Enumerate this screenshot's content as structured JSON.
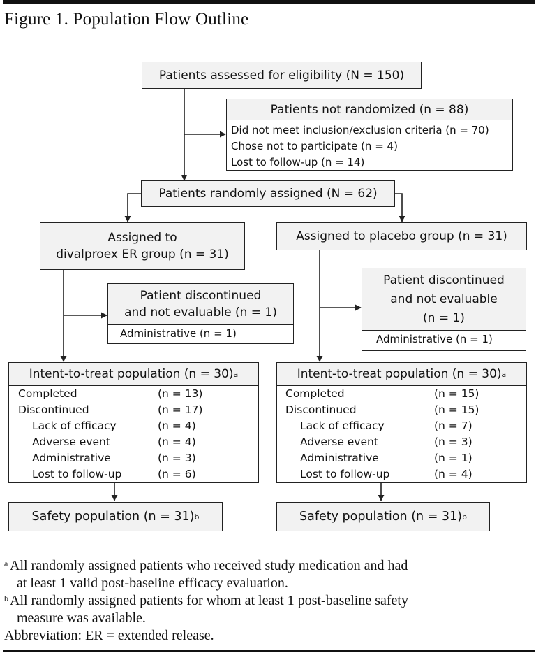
{
  "figure": {
    "title": "Figure 1. Population Flow Outline"
  },
  "boxes": {
    "assessed": "Patients assessed for eligibility (N = 150)",
    "not_randomized": {
      "header": "Patients not randomized (n = 88)",
      "lines": [
        "Did not meet inclusion/exclusion criteria (n = 70)",
        "Chose not to participate (n = 4)",
        "Lost to follow-up (n = 14)"
      ]
    },
    "randomized": "Patients randomly assigned (N = 62)",
    "divalproex": {
      "line1": "Assigned to",
      "line2": "divalproex ER group (n = 31)"
    },
    "placebo": "Assigned to placebo group (n = 31)",
    "disc_left": {
      "line1": "Patient discontinued",
      "line2": "and not evaluable (n = 1)",
      "detail": "Administrative (n = 1)"
    },
    "disc_right": {
      "line1": "Patient discontinued",
      "line2": "and not evaluable",
      "line3": "(n = 1)",
      "detail": "Administrative (n = 1)"
    },
    "itt_left": {
      "header": "Intent-to-treat population (n = 30)",
      "sup": "a",
      "rows": [
        {
          "label": "Completed",
          "value": "(n = 13)"
        },
        {
          "label": "Discontinued",
          "value": "(n = 17)"
        },
        {
          "label": "Lack of efficacy",
          "value": "(n = 4)"
        },
        {
          "label": "Adverse event",
          "value": "(n = 4)"
        },
        {
          "label": "Administrative",
          "value": "(n = 3)"
        },
        {
          "label": "Lost to follow-up",
          "value": "(n = 6)"
        }
      ]
    },
    "itt_right": {
      "header": "Intent-to-treat population (n = 30)",
      "sup": "a",
      "rows": [
        {
          "label": "Completed",
          "value": "(n = 15)"
        },
        {
          "label": "Discontinued",
          "value": "(n = 15)"
        },
        {
          "label": "Lack of efficacy",
          "value": "(n = 7)"
        },
        {
          "label": "Adverse event",
          "value": "(n = 3)"
        },
        {
          "label": "Administrative",
          "value": "(n = 1)"
        },
        {
          "label": "Lost to follow-up",
          "value": "(n = 4)"
        }
      ]
    },
    "safety_left": {
      "text": "Safety population (n = 31)",
      "sup": "b"
    },
    "safety_right": {
      "text": "Safety population (n = 31)",
      "sup": "b"
    }
  },
  "footnotes": [
    {
      "marker": "a",
      "line1": "All randomly assigned patients who received study medication and had",
      "line2": "at least 1 valid post-baseline efficacy evaluation."
    },
    {
      "marker": "b",
      "line1": "All randomly assigned patients for whom at least 1 post-baseline safety",
      "line2": "measure was available."
    }
  ],
  "abbreviation": "Abbreviation: ER = extended release."
}
